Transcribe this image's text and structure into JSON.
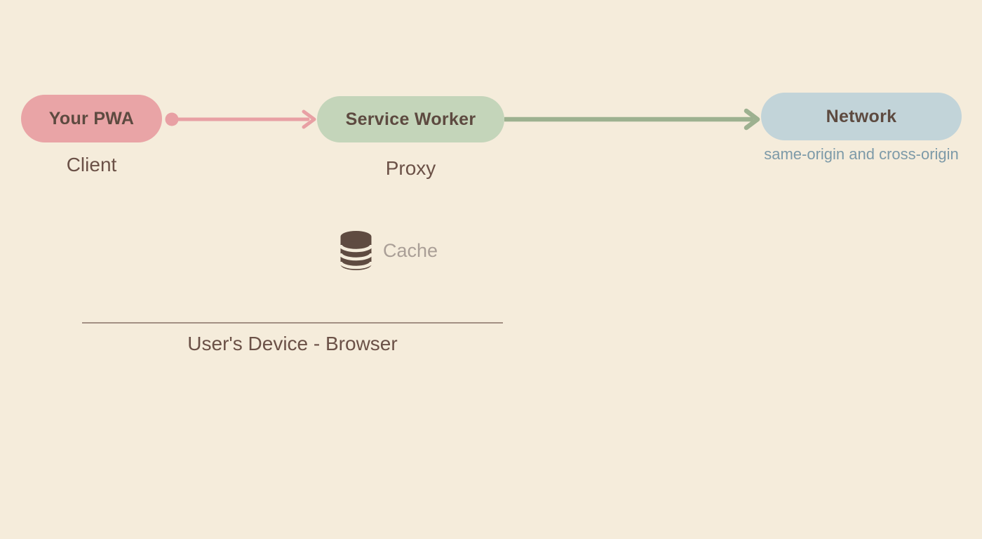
{
  "theme": {
    "background": "#f5ecdb",
    "pill_pink": "#e9a4a6",
    "pill_green": "#c4d5ba",
    "pill_blue": "#c2d4d9",
    "arrow_pink": "#e8a0a4",
    "arrow_green": "#9db190",
    "text_dark": "#5d4a40",
    "text_brown": "#6b5147",
    "text_bluegray": "#7d9aa8",
    "text_muted": "#aa9f97",
    "icon_brown": "#5f4b41",
    "line_brown": "#a39083"
  },
  "diagram": {
    "nodes": [
      {
        "id": "your-pwa",
        "label": "Your PWA",
        "sublabel": "Client"
      },
      {
        "id": "service-worker",
        "label": "Service Worker",
        "sublabel": "Proxy"
      },
      {
        "id": "network",
        "label": "Network",
        "sublabel": "same-origin and cross-origin"
      }
    ],
    "edges": [
      {
        "from": "your-pwa",
        "to": "service-worker",
        "style": "pink-dot-arrow"
      },
      {
        "from": "service-worker",
        "to": "network",
        "style": "green-arrow"
      }
    ],
    "cache": {
      "icon": "database-icon",
      "label": "Cache"
    },
    "boundary": {
      "label": "User's Device - Browser"
    }
  }
}
